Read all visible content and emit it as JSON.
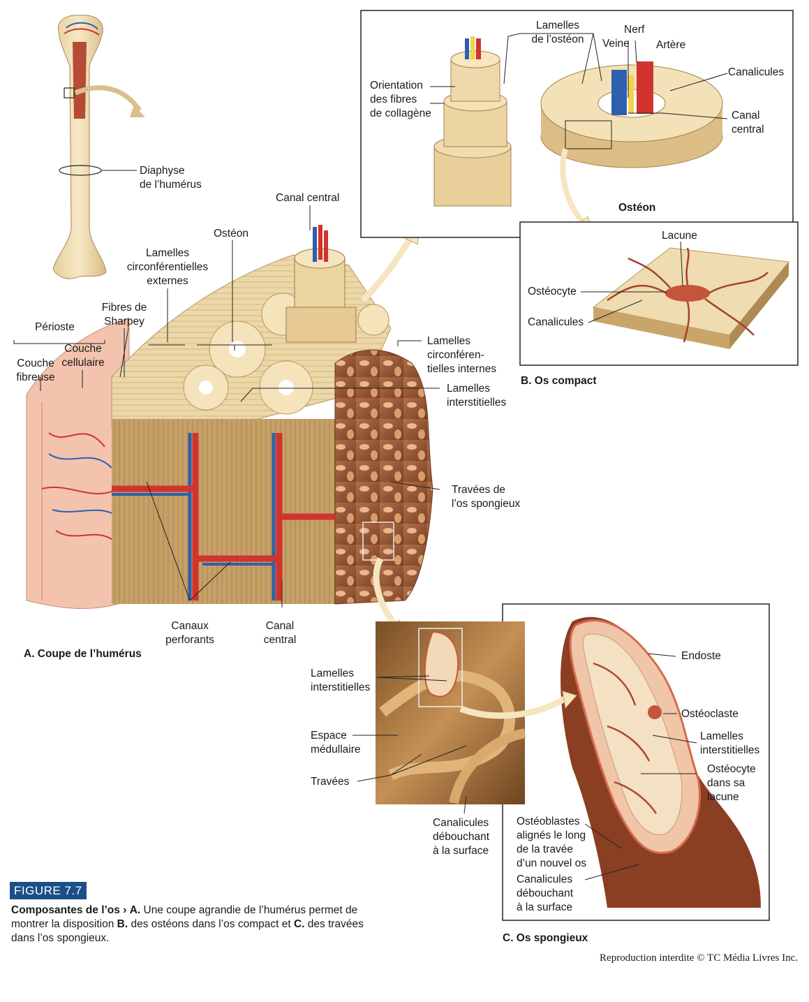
{
  "labels": {
    "diaphyse": "Diaphyse\nde l’humérus",
    "canal_central_top": "Canal central",
    "osteon_a": "Ostéon",
    "lamelles_circ_ext": "Lamelles\ncirconférentielles\nexternes",
    "fibres_sharpey": "Fibres de\nSharpey",
    "perioste": "Périoste",
    "couche_cellulaire": "Couche\ncellulaire",
    "couche_fibreuse": "Couche\nfibreuse",
    "lamelles_circ_int": "Lamelles\ncirconféren-\ntielles internes",
    "lamelles_interst_a": "Lamelles\ninterstitielles",
    "travees_spongieux": "Travées de\nl’os spongieux",
    "canaux_perforants": "Canaux\nperforants",
    "canal_central_bottom": "Canal\ncentral",
    "panel_a_title": "A. Coupe de l’humérus",
    "lamelles_osteon": "Lamelles\nde l’ostéon",
    "orientation_fibres": "Orientation\ndes fibres\nde collagène",
    "veine": "Veine",
    "nerf": "Nerf",
    "artere": "Artère",
    "canalicules_b": "Canalicules",
    "canal_central_b": "Canal\ncentral",
    "osteon_b": "Ostéon",
    "lacune": "Lacune",
    "osteocyte_b": "Ostéocyte",
    "canalicules_b2": "Canalicules",
    "panel_b_title": "B. Os compact",
    "lamelles_interst_c": "Lamelles\ninterstitielles",
    "espace_medullaire": "Espace\nmédullaire",
    "travees": "Travées",
    "canalicules_surface_c": "Canalicules\ndébouchant\nà la surface",
    "endoste": "Endoste",
    "osteoclaste": "Ostéoclaste",
    "lamelles_interst_c2": "Lamelles\ninterstitielles",
    "osteocyte_lacune": "Ostéocyte\ndans sa\nlacune",
    "osteoblastes": "Ostéoblastes\nalignés le long\nde la travée\nd’un nouvel os",
    "canalicules_surface_c2": "Canalicules\ndébouchant\nà la surface",
    "panel_c_title": "C. Os spongieux"
  },
  "figure": {
    "badge": "FIGURE 7.7",
    "caption_title": "Composantes de l’os",
    "caption_arrow": "›",
    "caption_a": "A.",
    "caption_text1": "Une coupe agrandie de l’humérus permet de montrer la disposition",
    "caption_b": "B.",
    "caption_text2": "des ostéons dans l’os compact et",
    "caption_c": "C.",
    "caption_text3": "des travées dans l’os spongieux."
  },
  "copyright": "Reproduction interdite © TC Média Livres Inc.",
  "colors": {
    "bone": "#efdcb0",
    "bone_dark": "#caa46c",
    "artery": "#d0342c",
    "vein": "#2e5fae",
    "spongy": "#8a4a26",
    "periosteum": "#f1b9a6",
    "badge": "#1c4f8a",
    "arrow": "#f5e6bf"
  }
}
